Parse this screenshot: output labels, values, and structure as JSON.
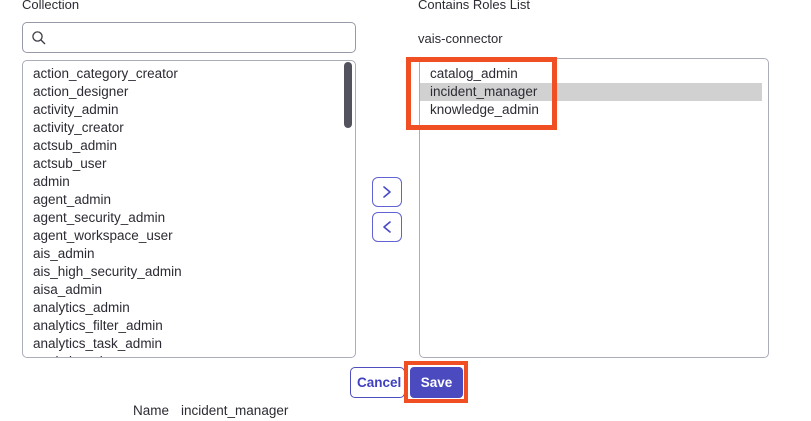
{
  "left_panel": {
    "label": "Collection",
    "search": {
      "value": "",
      "placeholder": ""
    },
    "items": [
      "action_category_creator",
      "action_designer",
      "activity_admin",
      "activity_creator",
      "actsub_admin",
      "actsub_user",
      "admin",
      "agent_admin",
      "agent_security_admin",
      "agent_workspace_user",
      "ais_admin",
      "ais_high_security_admin",
      "aisa_admin",
      "analytics_admin",
      "analytics_filter_admin",
      "analytics_task_admin",
      "analytics_viewer"
    ]
  },
  "transfer": {
    "move_right_icon": "chevron-right",
    "move_left_icon": "chevron-left"
  },
  "right_panel": {
    "label": "Contains Roles List",
    "group_label": "vais-connector",
    "items": [
      {
        "label": "catalog_admin",
        "selected": false
      },
      {
        "label": "incident_manager",
        "selected": true
      },
      {
        "label": "knowledge_admin",
        "selected": false
      }
    ]
  },
  "footer": {
    "cancel_label": "Cancel",
    "save_label": "Save"
  },
  "name_row": {
    "label": "Name",
    "value": "incident_manager"
  },
  "colors": {
    "accent": "#4b4bbf",
    "annotation": "#f04e23",
    "selected_highlight": "#d1d1d1",
    "scrollbar": "#53535e"
  }
}
